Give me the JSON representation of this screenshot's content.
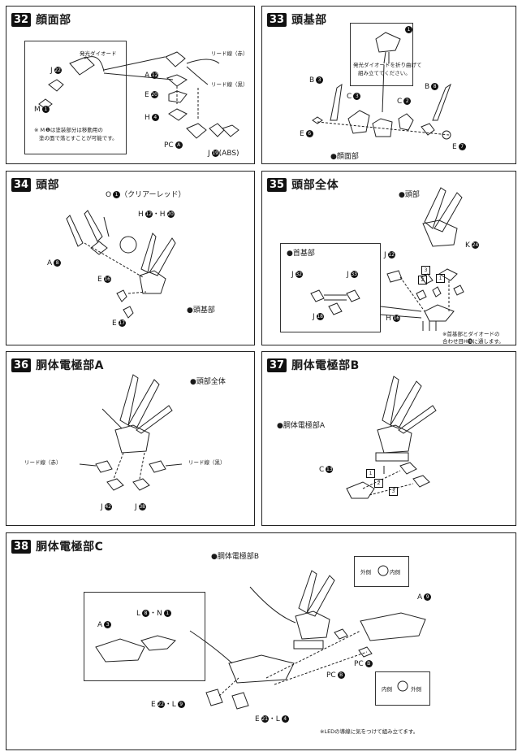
{
  "steps": [
    {
      "num": "32",
      "title": "顔面部"
    },
    {
      "num": "33",
      "title": "頭基部"
    },
    {
      "num": "34",
      "title": "頭部"
    },
    {
      "num": "35",
      "title": "頭部全体"
    },
    {
      "num": "36",
      "title": "胴体電極部A"
    },
    {
      "num": "37",
      "title": "胴体電極部B"
    },
    {
      "num": "38",
      "title": "胴体電極部C"
    }
  ],
  "p32": {
    "led": "発光ダイオード",
    "j": "J",
    "j_n": "22",
    "m": "M",
    "m_n": "1",
    "lead_red": "リード線（赤）",
    "lead_black": "リード線（黒）",
    "a": "A",
    "a_n": "12",
    "e": "E",
    "e_n": "20",
    "h": "H",
    "h_n": "4",
    "pc": "PC",
    "pc_n": "A",
    "jabs": "J",
    "jabs_n": "19",
    "jabs_s": "(ABS)",
    "note1": "※ M",
    "note2": "❶は塗装部分は移動用の",
    "note3": "塗の面で落とすことが可能です。"
  },
  "p33": {
    "note1": "発光ダイオードを折り曲げて",
    "note2": "組み立ててください。",
    "b1": "B",
    "b1_n": "3",
    "c1": "C",
    "c1_n": "3",
    "c2": "C",
    "c2_n": "2",
    "b2": "B",
    "b2_n": "8",
    "e1": "E",
    "e1_n": "6",
    "e2": "E",
    "e2_n": "7",
    "face": "●顔面部"
  },
  "p34": {
    "o": "O",
    "o_n": "1",
    "o_s": "（クリアーレッド）",
    "h": "H",
    "h_n": "12",
    "h_dash": "・H",
    "h2_n": "20",
    "a": "A",
    "a_n": "8",
    "e1": "E",
    "e1_n": "16",
    "e2": "E",
    "e2_n": "17",
    "base": "●頭基部"
  },
  "p35": {
    "head": "●頭部",
    "neck": "●首基部",
    "j1": "J",
    "j1_n": "32",
    "j2": "J",
    "j2_n": "33",
    "j3": "J",
    "j3_n": "18",
    "j4": "J",
    "j4_n": "12",
    "k": "K",
    "k_n": "24",
    "h": "H",
    "h_n": "16",
    "note1": "※首基部とダイオードの",
    "note2": "合わせ目H",
    "note3": "⓰に通します。"
  },
  "p36": {
    "whole": "●頭部全体",
    "lead_red": "リード線（赤）",
    "lead_black": "リード線（黒）",
    "j1": "J",
    "j1_n": "42",
    "j2": "J",
    "j2_n": "38"
  },
  "p37": {
    "a": "●胴体電極部A",
    "c": "C",
    "c_n": "13"
  },
  "p38": {
    "b": "●胴体電極部B",
    "l": "L",
    "l_n": "8",
    "l_dash": "・N",
    "n_n": "1",
    "a1": "A",
    "a1_n": "3",
    "a2": "A",
    "a2_n": "9",
    "out": "外側",
    "in": "内側",
    "pc1": "PC",
    "pc1_n": "B",
    "pc2": "PC",
    "pc2_n": "B",
    "e1": "E",
    "e1_n": "22",
    "e1_l": "・L",
    "l1_n": "9",
    "e2": "E",
    "e2_n": "21",
    "e2_l": "・L",
    "l2_n": "4",
    "in2": "内側",
    "out2": "外側",
    "note": "※LEDの導線に気をつけて組み立てます。"
  }
}
